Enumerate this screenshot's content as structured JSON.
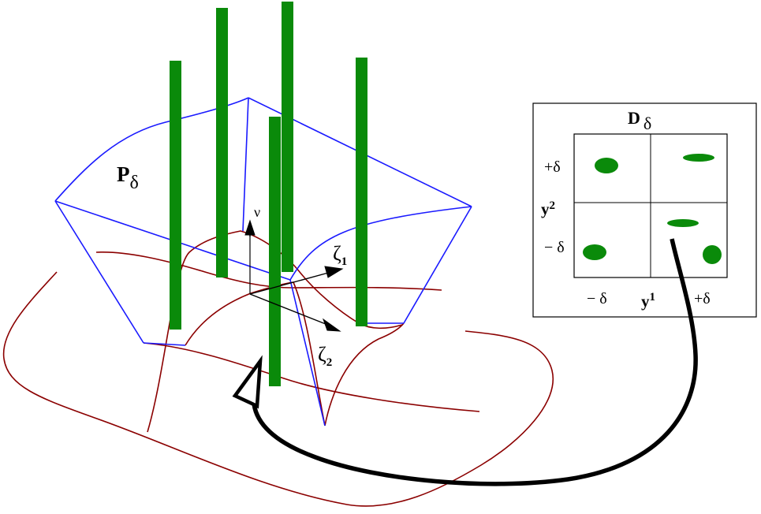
{
  "labels": {
    "p_main": "P",
    "p_sub": "δ",
    "nu": "ν",
    "zeta1_main": "ζ",
    "zeta1_sub": "1",
    "zeta2_main": "ζ",
    "zeta2_sub": "2"
  },
  "inset": {
    "title_main": "D",
    "title_sub": "δ",
    "y_plus": "+δ",
    "y_minus": "− δ",
    "y_axis_main": "y",
    "y_axis_sup": "2",
    "x_minus": "− δ",
    "x_plus": "+δ",
    "x_axis_main": "y",
    "x_axis_sup": "1"
  },
  "colors": {
    "rods": "#0a8a0a",
    "polytope": "#1a1aff",
    "surface": "#8b0000",
    "arrow": "#000000",
    "background": "#ffffff"
  }
}
